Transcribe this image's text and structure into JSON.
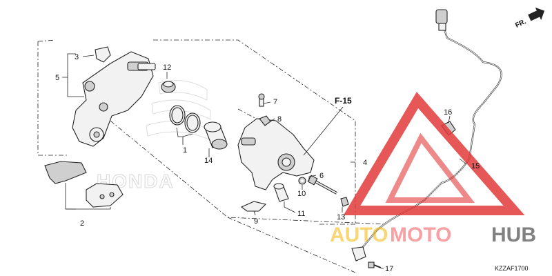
{
  "diagram": {
    "direction_label": "FR.",
    "reference": "F-15",
    "code": "KZZAF1700",
    "watermark": {
      "part1": "AUTO",
      "part2": "MOTO",
      "part3": "HUB"
    },
    "background_text": "HONDA",
    "callouts": [
      {
        "id": "c1",
        "label": "1"
      },
      {
        "id": "c2",
        "label": "2"
      },
      {
        "id": "c3",
        "label": "3"
      },
      {
        "id": "c4",
        "label": "4"
      },
      {
        "id": "c5",
        "label": "5"
      },
      {
        "id": "c6",
        "label": "6"
      },
      {
        "id": "c7",
        "label": "7"
      },
      {
        "id": "c8",
        "label": "8"
      },
      {
        "id": "c9",
        "label": "9"
      },
      {
        "id": "c10",
        "label": "10"
      },
      {
        "id": "c11",
        "label": "11"
      },
      {
        "id": "c12",
        "label": "12"
      },
      {
        "id": "c13",
        "label": "13"
      },
      {
        "id": "c14",
        "label": "14"
      },
      {
        "id": "c15",
        "label": "15"
      },
      {
        "id": "c16",
        "label": "16"
      },
      {
        "id": "c17",
        "label": "17"
      }
    ],
    "colors": {
      "line": "#222222",
      "watermark_red": "#e23b3b",
      "watermark_yellow": "#f4b400",
      "watermark_dark": "#4a4a4a"
    }
  }
}
